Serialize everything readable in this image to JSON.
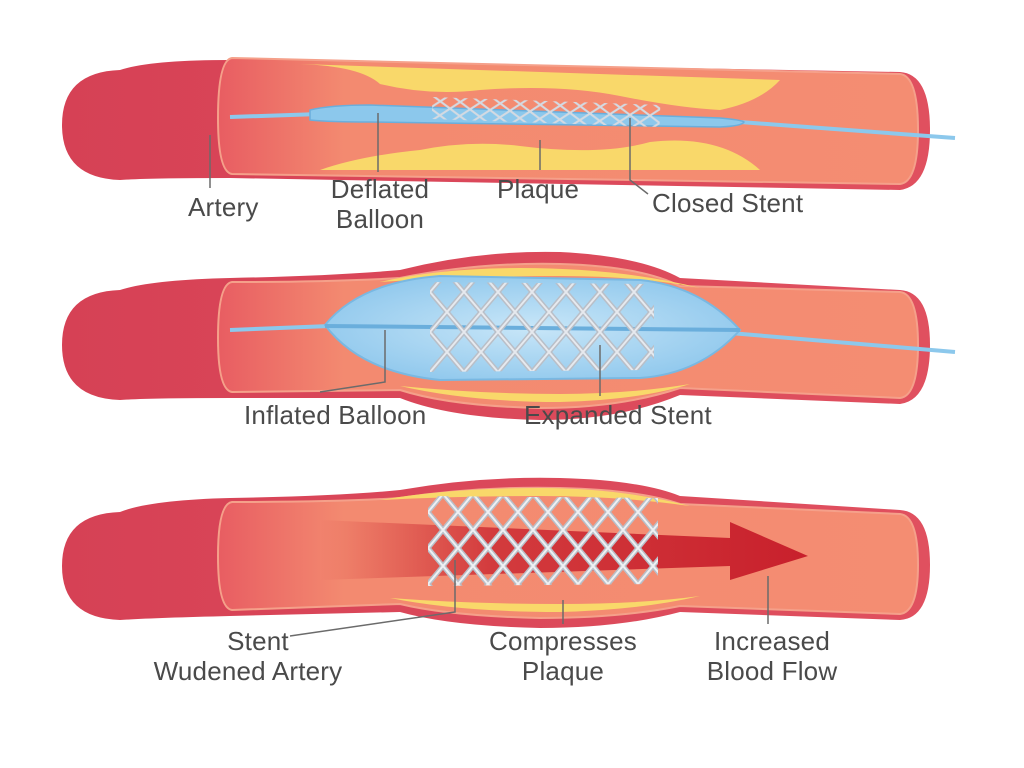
{
  "colors": {
    "artery_wall": "#d9475a",
    "artery_inner": "#f38a70",
    "plaque": "#f9d86a",
    "balloon": "#9fd0ef",
    "catheter": "#8cc8ec",
    "stent": "#c9ced6",
    "flow_arrow": "#c8202c",
    "label_text": "#4a4a4a",
    "leader_line": "#6b6b6b"
  },
  "panels": [
    {
      "stage": "deflated",
      "labels": {
        "artery": "Artery",
        "balloon_line1": "Deflated",
        "balloon_line2": "Balloon",
        "plaque": "Plaque",
        "stent": "Closed Stent"
      }
    },
    {
      "stage": "inflated",
      "labels": {
        "balloon": "Inflated Balloon",
        "stent": "Expanded Stent"
      }
    },
    {
      "stage": "result",
      "labels": {
        "stent_line1": "Stent",
        "stent_line2": "Wudened Artery",
        "plaque_line1": "Compresses",
        "plaque_line2": "Plaque",
        "flow_line1": "Increased",
        "flow_line2": "Blood Flow"
      }
    }
  ]
}
